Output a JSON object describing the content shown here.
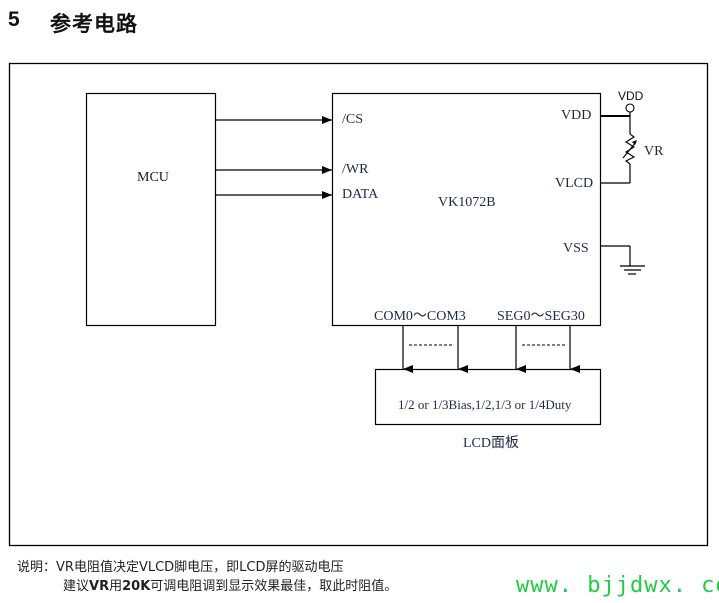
{
  "section": {
    "number": "5",
    "title": "参考电路"
  },
  "diagram": {
    "mcu": {
      "label": "MCU"
    },
    "chip": {
      "label": "VK1072B",
      "pins_left": [
        "/CS",
        "/WR",
        "DATA"
      ],
      "pins_right": {
        "vdd": "VDD",
        "vlcd": "VLCD",
        "vss": "VSS"
      },
      "pins_bottom": {
        "com": "COM0～COM3",
        "seg": "SEG0～SEG30"
      }
    },
    "supply": {
      "vdd_node": "VDD",
      "resistor": "VR"
    },
    "lcd": {
      "spec": "1/2 or 1/3Bias,1/2,1/3 or 1/4Duty",
      "caption": "LCD面板"
    }
  },
  "note": {
    "prefix": "说明：",
    "line1_a": "VR电阻值决定VLCD脚电压，即LCD屏的驱动电压",
    "line2_a": "建议",
    "line2_b": "VR",
    "line2_c": "用",
    "line2_d": "20K",
    "line2_e": "可调电阻调到显示效果最佳，取此时阻值。"
  },
  "watermark": "www. bjjdwx. com",
  "colors": {
    "line": "#000000",
    "pin_text": "#1e2a44",
    "watermark": "#22cc44"
  }
}
